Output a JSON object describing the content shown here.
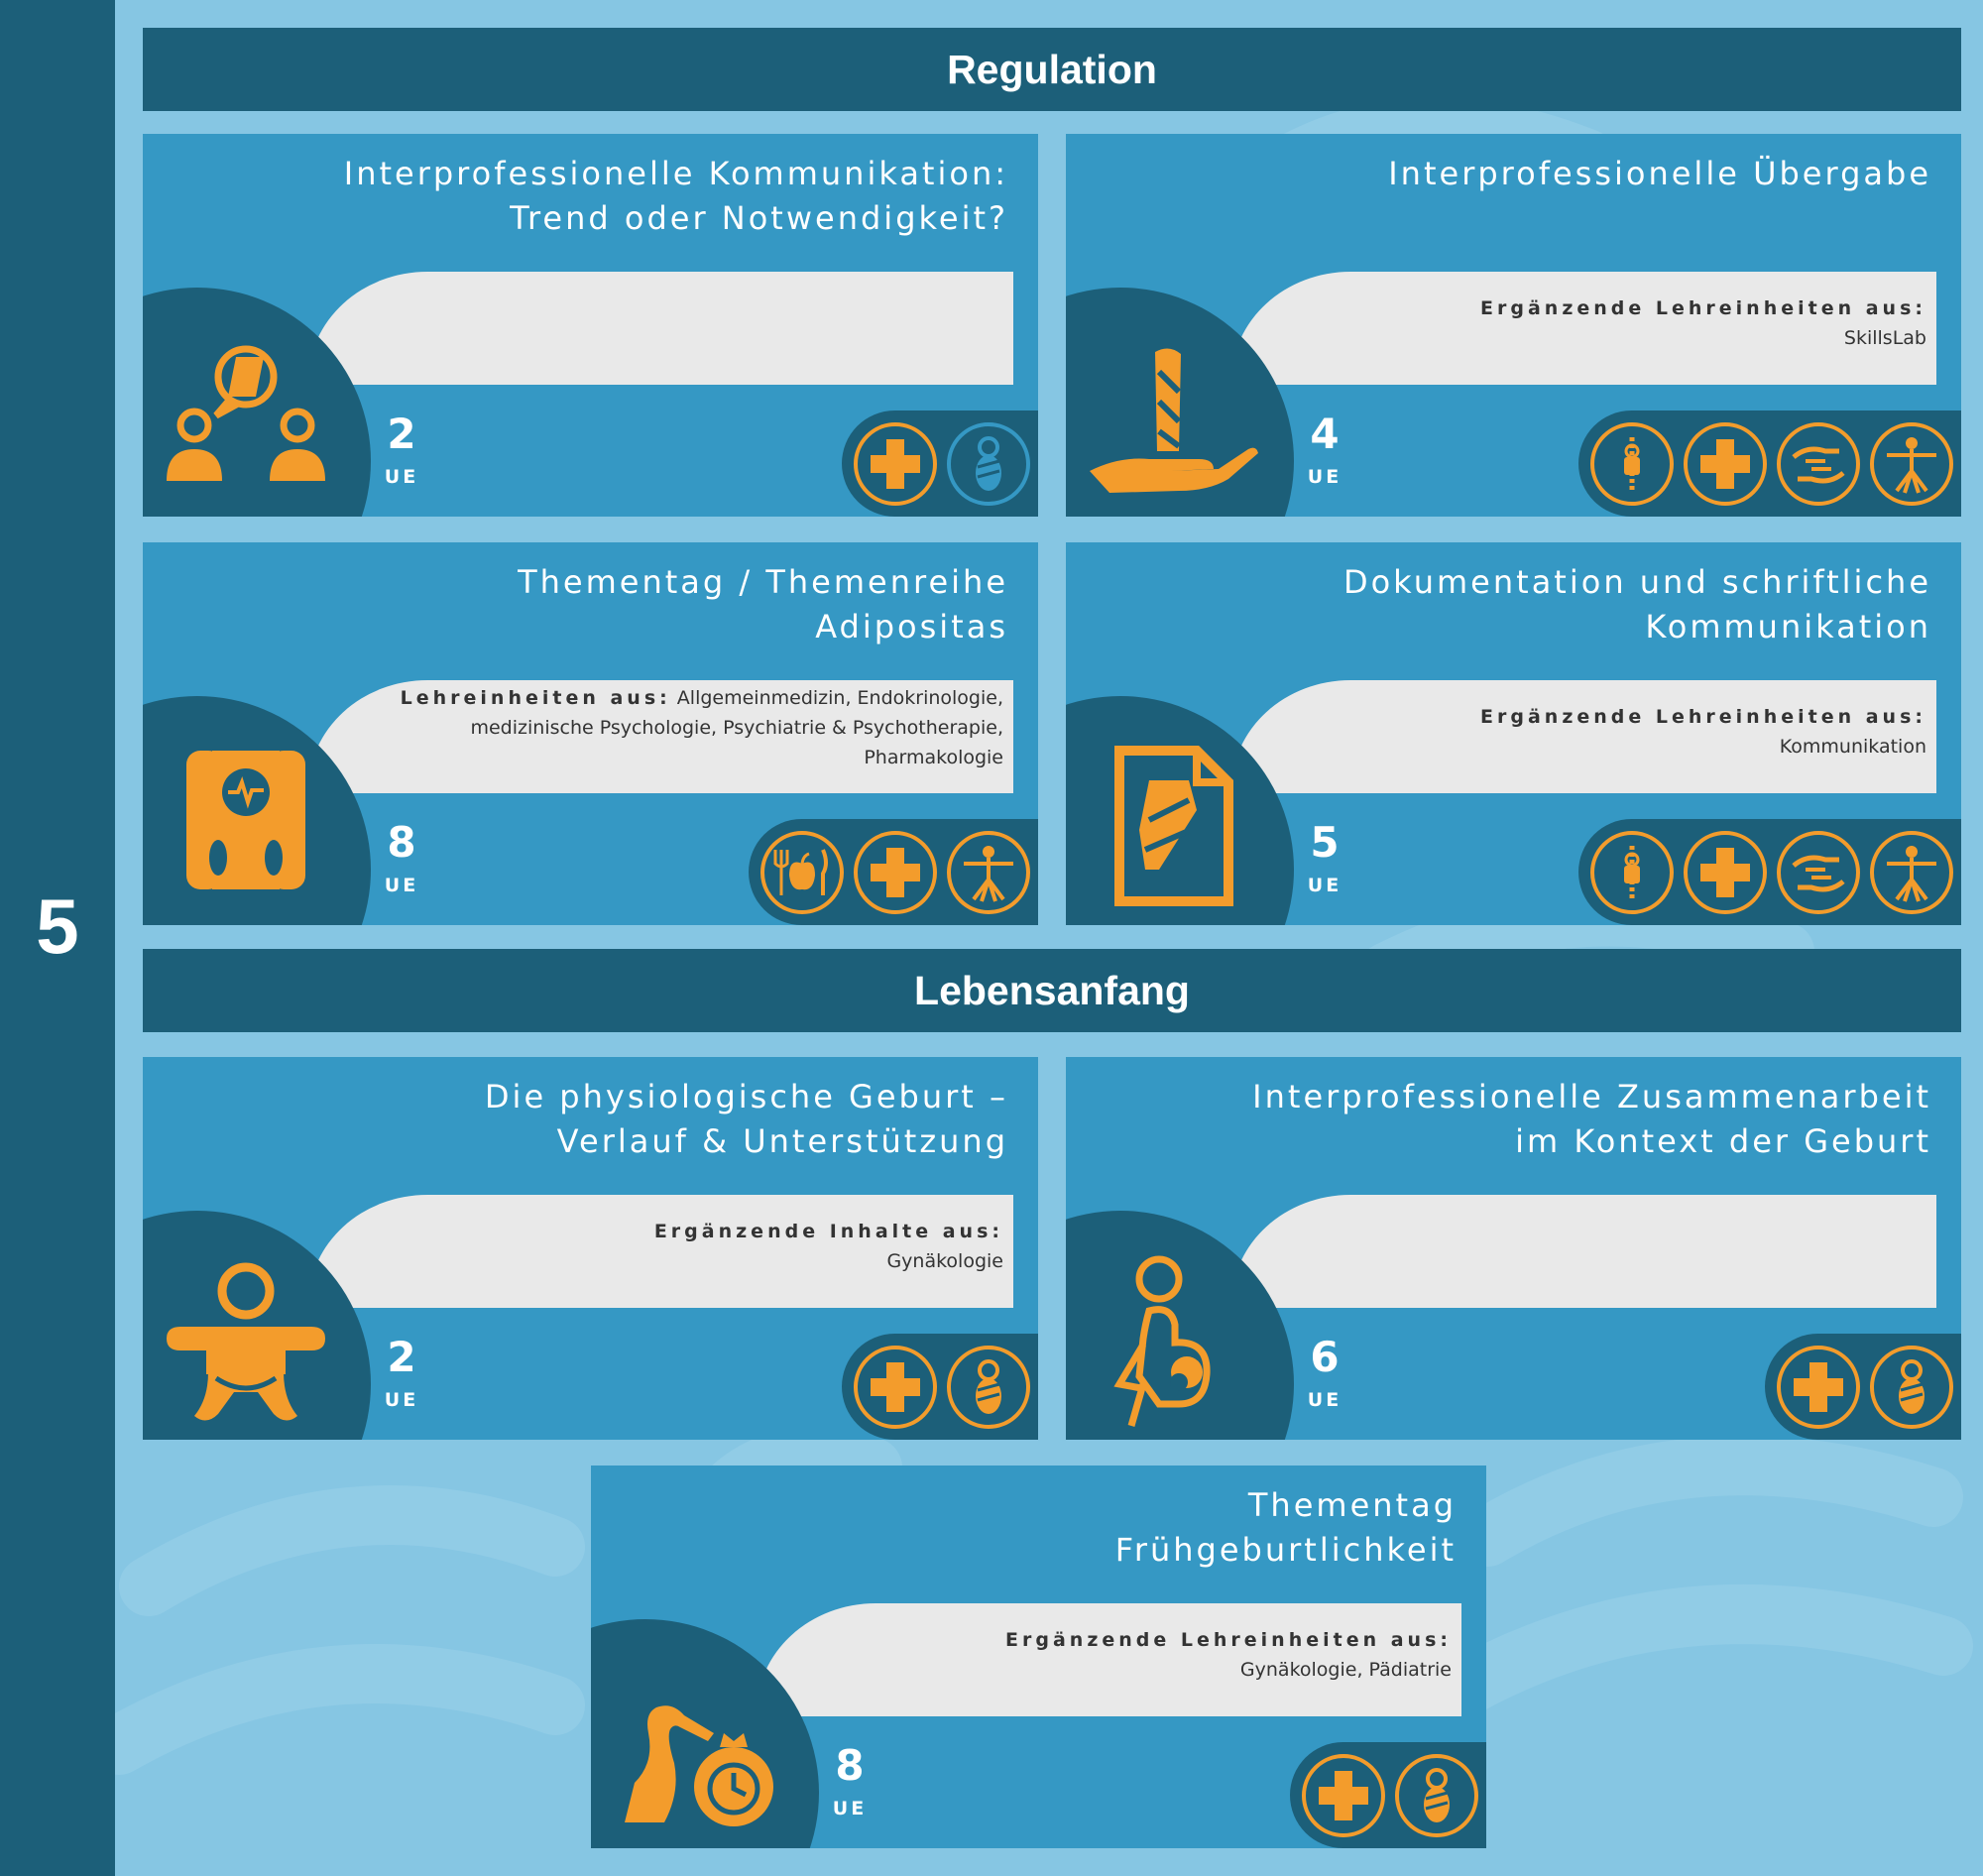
{
  "module": {
    "number": "5"
  },
  "sections": [
    {
      "title": "Regulation"
    },
    {
      "title": "Lebensanfang"
    }
  ],
  "colors": {
    "background": "#86c6e3",
    "dark_blue": "#1c5f79",
    "card_blue": "#3598c4",
    "orange": "#f39c2c",
    "infobox": "#e9e9e9"
  },
  "cards": [
    {
      "title_lines": [
        "Interprofessionelle Kommunikation:",
        "Trend oder Notwendigkeit?"
      ],
      "icon": "communication-people-icon",
      "info": {
        "label": "",
        "sources": ""
      },
      "ue": "2",
      "unit": "UE",
      "badges": [
        "medical-cross-icon",
        "swaddled-baby-icon"
      ]
    },
    {
      "title_lines": [
        "Interprofessionelle Übergabe"
      ],
      "icon": "hand-handover-icon",
      "info": {
        "label": "Ergänzende Lehreinheiten aus:",
        "sources": "SkillsLab"
      },
      "ue": "4",
      "unit": "UE",
      "badges": [
        "zipper-icon",
        "medical-cross-icon",
        "helping-hands-icon",
        "vitruvian-man-icon"
      ]
    },
    {
      "title_lines": [
        "Thementag / Themenreihe",
        "Adipositas"
      ],
      "icon": "body-scale-icon",
      "info": {
        "label": "Lehreinheiten aus:",
        "sources": "Allgemeinmedizin, Endokrinologie, medizinische Psychologie, Psychiatrie & Psychotherapie, Pharmakologie"
      },
      "ue": "8",
      "unit": "UE",
      "badges": [
        "nutrition-apple-icon",
        "medical-cross-icon",
        "vitruvian-man-icon"
      ]
    },
    {
      "title_lines": [
        "Dokumentation und schriftliche",
        "Kommunikation"
      ],
      "icon": "document-icon",
      "info": {
        "label": "Ergänzende Lehreinheiten aus:",
        "sources": "Kommunikation"
      },
      "ue": "5",
      "unit": "UE",
      "badges": [
        "zipper-icon",
        "medical-cross-icon",
        "helping-hands-icon",
        "vitruvian-man-icon"
      ]
    },
    {
      "title_lines": [
        "Die physiologische Geburt –",
        "Verlauf & Unterstützung"
      ],
      "icon": "baby-icon",
      "info": {
        "label": "Ergänzende Inhalte aus:",
        "sources": "Gynäkologie"
      },
      "ue": "2",
      "unit": "UE",
      "badges": [
        "medical-cross-icon",
        "swaddled-baby-icon"
      ]
    },
    {
      "title_lines": [
        "Interprofessionelle Zusammenarbeit",
        "im Kontext der Geburt"
      ],
      "icon": "pregnant-woman-icon",
      "info": {
        "label": "",
        "sources": ""
      },
      "ue": "6",
      "unit": "UE",
      "badges": [
        "medical-cross-icon",
        "swaddled-baby-icon"
      ]
    },
    {
      "title_lines": [
        "Thementag",
        "Frühgeburtlichkeit"
      ],
      "icon": "stork-clock-icon",
      "info": {
        "label": "Ergänzende Lehreinheiten aus:",
        "sources": "Gynäkologie, Pädiatrie"
      },
      "ue": "8",
      "unit": "UE",
      "badges": [
        "medical-cross-icon",
        "swaddled-baby-icon"
      ]
    }
  ]
}
